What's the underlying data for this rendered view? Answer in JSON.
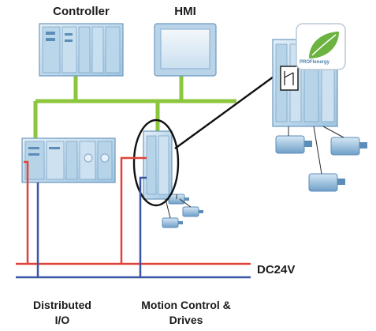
{
  "labels": {
    "controller": "Controller",
    "hmi": "HMI",
    "dc24v": "DC24V",
    "distributed_io_line1": "Distributed",
    "distributed_io_line2": "I/O",
    "motion_line1": "Motion Control &",
    "motion_line2": "Drives",
    "profienergy_badge": "PROFIenergy"
  },
  "colors": {
    "bus_green": "#8cc63f",
    "power_red": "#e0433a",
    "power_blue": "#3a55a4",
    "device_light": "#cfe3f1",
    "device_mid": "#9cc4e0",
    "device_dark": "#5b8db8",
    "leaf_green": "#6cb33f"
  },
  "icons": [
    "controller-device",
    "hmi-panel",
    "distributed-io-device",
    "drive-device",
    "servo-motor",
    "profienergy-leaf-icon"
  ]
}
